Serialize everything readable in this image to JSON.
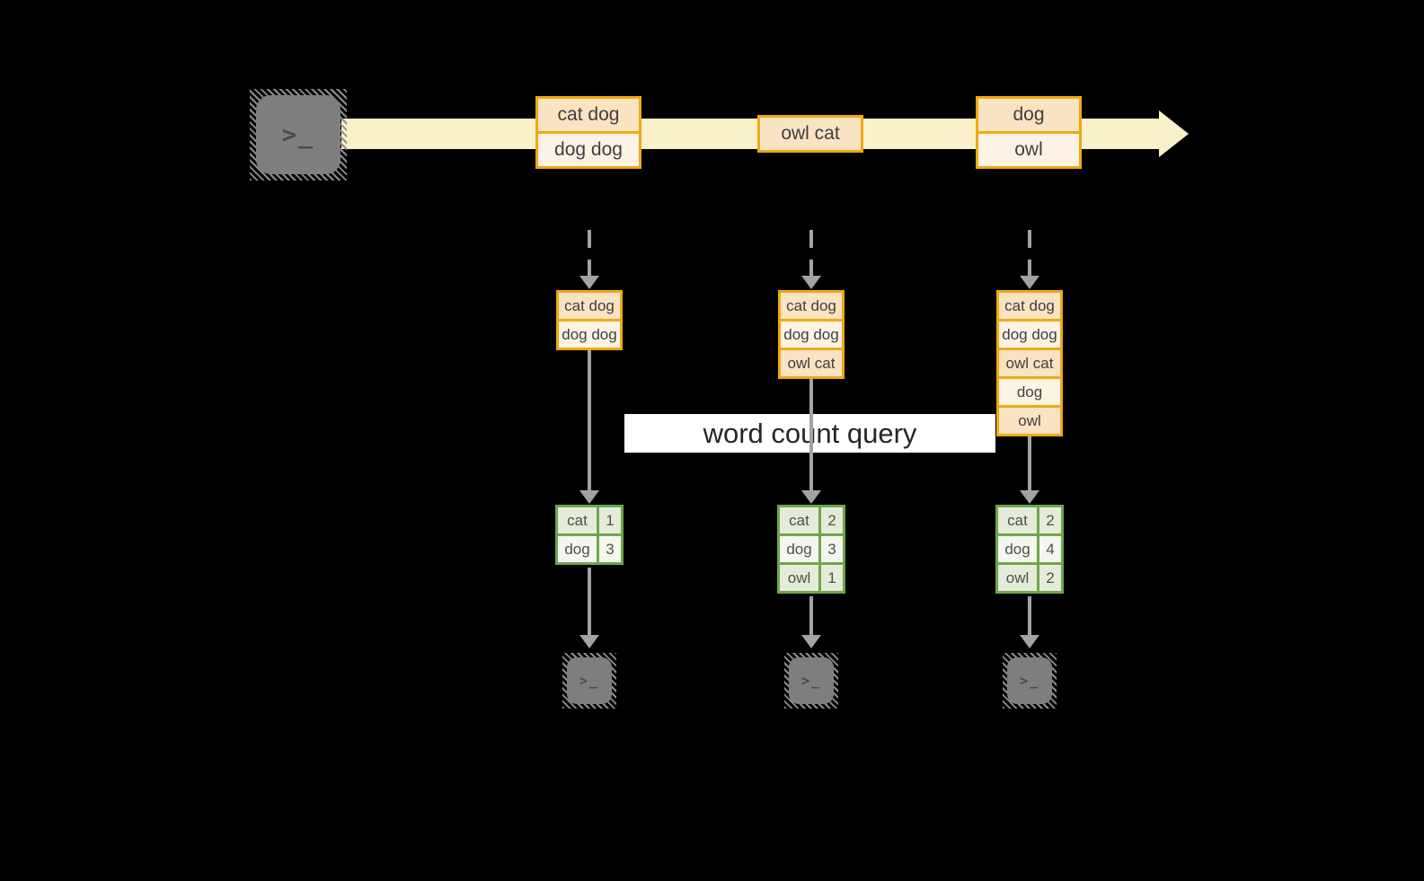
{
  "label": {
    "query": "word count query"
  },
  "icons": {
    "terminal_prompt": ">_"
  },
  "stream_batches": [
    {
      "rows": [
        "cat dog",
        "dog dog"
      ]
    },
    {
      "rows": [
        "owl cat"
      ]
    },
    {
      "rows": [
        "dog",
        "owl"
      ]
    }
  ],
  "columns": [
    {
      "buffer": [
        "cat dog",
        "dog dog"
      ],
      "counts": [
        {
          "word": "cat",
          "value": "1"
        },
        {
          "word": "dog",
          "value": "3"
        }
      ]
    },
    {
      "buffer": [
        "cat dog",
        "dog dog",
        "owl cat"
      ],
      "counts": [
        {
          "word": "cat",
          "value": "2"
        },
        {
          "word": "dog",
          "value": "3"
        },
        {
          "word": "owl",
          "value": "1"
        }
      ]
    },
    {
      "buffer": [
        "cat dog",
        "dog dog",
        "owl cat",
        "dog",
        "owl"
      ],
      "counts": [
        {
          "word": "cat",
          "value": "2"
        },
        {
          "word": "dog",
          "value": "4"
        },
        {
          "word": "owl",
          "value": "2"
        }
      ]
    }
  ],
  "colors": {
    "background": "#000000",
    "stream_band": "#faf0ca",
    "message_border": "#efa912",
    "message_fill_dark": "#fae3c2",
    "message_fill_light": "#fdf3e4",
    "table_border": "#6fa64a",
    "table_fill_dark": "#e3ecd8",
    "table_fill_light": "#f4f7f0",
    "arrow": "#a3a3a3",
    "terminal_fill": "#7e7e7e",
    "label_background": "#ffffff"
  }
}
